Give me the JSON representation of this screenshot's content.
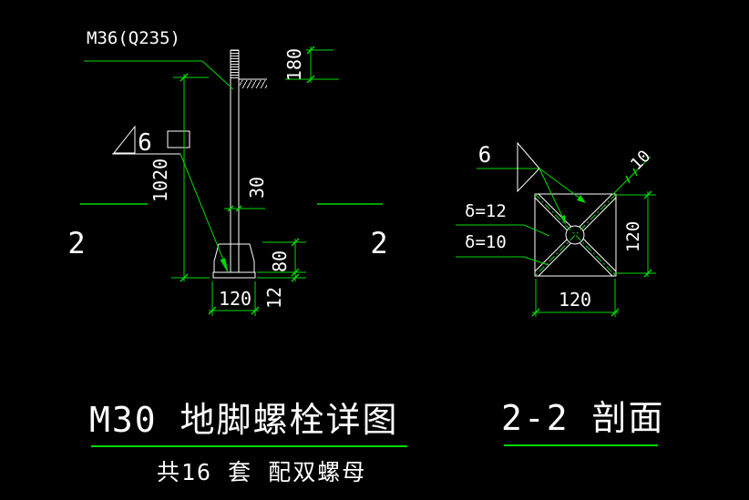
{
  "colors": {
    "background": "#000000",
    "geometry_line": "#ffffff",
    "annotation_green": "#00d900"
  },
  "left_detail": {
    "bolt_label": "M36(Q235)",
    "weld_size": "6",
    "dim_projection": "180",
    "dim_embed_length": "1020",
    "dim_bolt_diameter": "30",
    "dim_anchor_block_height": "80",
    "dim_plate_thickness": "12",
    "dim_plate_width": "120",
    "section_marker_left": "2",
    "section_marker_right": "2",
    "title": "M30 地脚螺栓详图",
    "subtitle": "共16 套  配双螺母"
  },
  "section_view": {
    "title": "2-2 剖面",
    "weld_size": "6",
    "plate_thickness_label": "δ=12",
    "rib_thickness_label": "δ=10",
    "dim_rib_width": "10",
    "dim_width": "120",
    "dim_height": "120"
  }
}
